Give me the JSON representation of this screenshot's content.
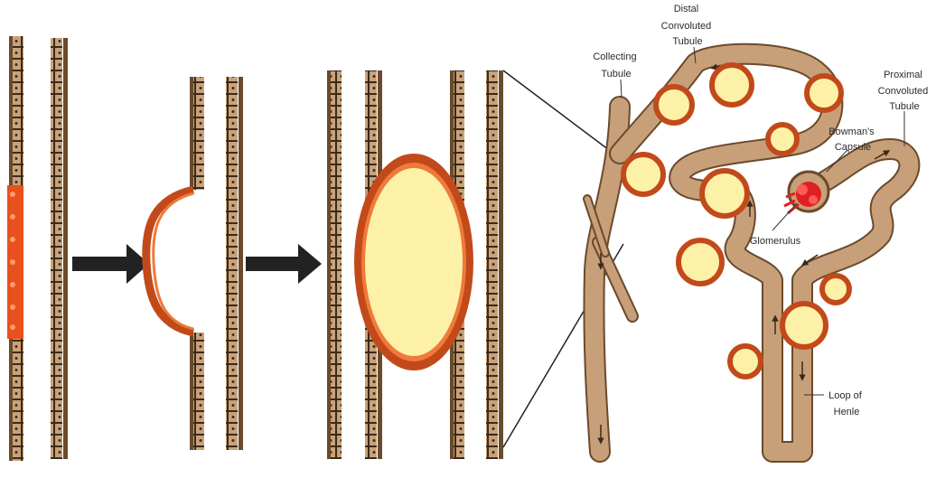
{
  "labels": {
    "distal_line1": "Distal",
    "distal_line2": "Convoluted",
    "distal_line3": "Tubule",
    "collecting_line1": "Collecting",
    "collecting_line2": "Tubule",
    "proximal_line1": "Proximal",
    "proximal_line2": "Convoluted",
    "proximal_line3": "Tubule",
    "bowmans_line1": "Bowman's",
    "bowmans_line2": "Capsule",
    "glomerulus": "Glomerulus",
    "loop_line1": "Loop of",
    "loop_line2": "Henle"
  },
  "colors": {
    "tubule_wall": "#6b4a2b",
    "cell_fill": "#c9a27a",
    "nephron_tan": "#c7a07a",
    "cyst_rim": "#c24a1a",
    "cyst_fluid": "#fdf1a8",
    "glomerulus_red": "#e02020",
    "arrow": "#222222"
  }
}
